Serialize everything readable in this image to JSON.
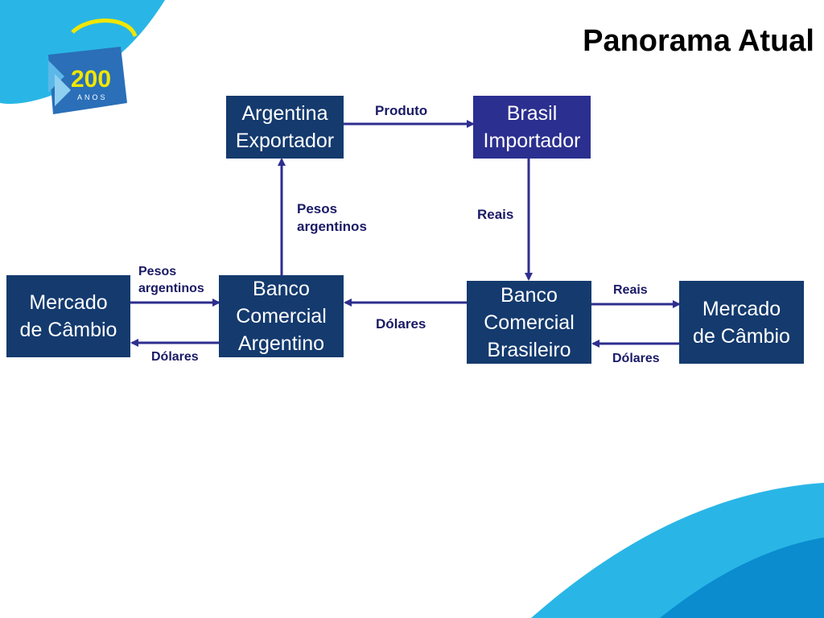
{
  "slide": {
    "title": "Panorama Atual",
    "logo": {
      "number": "200",
      "word": "ANOS"
    }
  },
  "nodes": {
    "argentina_exportador": "Argentina\nExportador",
    "brasil_importador": "Brasil\nImportador",
    "banco_argentino": "Banco\nComercial\nArgentino",
    "banco_brasileiro": "Banco\nComercial\nBrasileiro",
    "mercado_cambio_ar": "Mercado\nde Câmbio",
    "mercado_cambio_br": "Mercado\nde Câmbio"
  },
  "edges": {
    "produto": "Produto",
    "pesos_argentinos_up": "Pesos\nargentinos",
    "reais_down": "Reais",
    "dolares_middle": "Dólares",
    "pesos_argentinos_left": "Pesos\nargentinos",
    "dolares_left": "Dólares",
    "reais_right": "Reais",
    "dolares_right": "Dólares"
  },
  "colors": {
    "box_dark_blue": "#143a6e",
    "box_navy": "#2b2f8f",
    "arrow": "#2e2e8f",
    "wave_light": "#29b6e6",
    "wave_dark": "#0a8ccf"
  }
}
